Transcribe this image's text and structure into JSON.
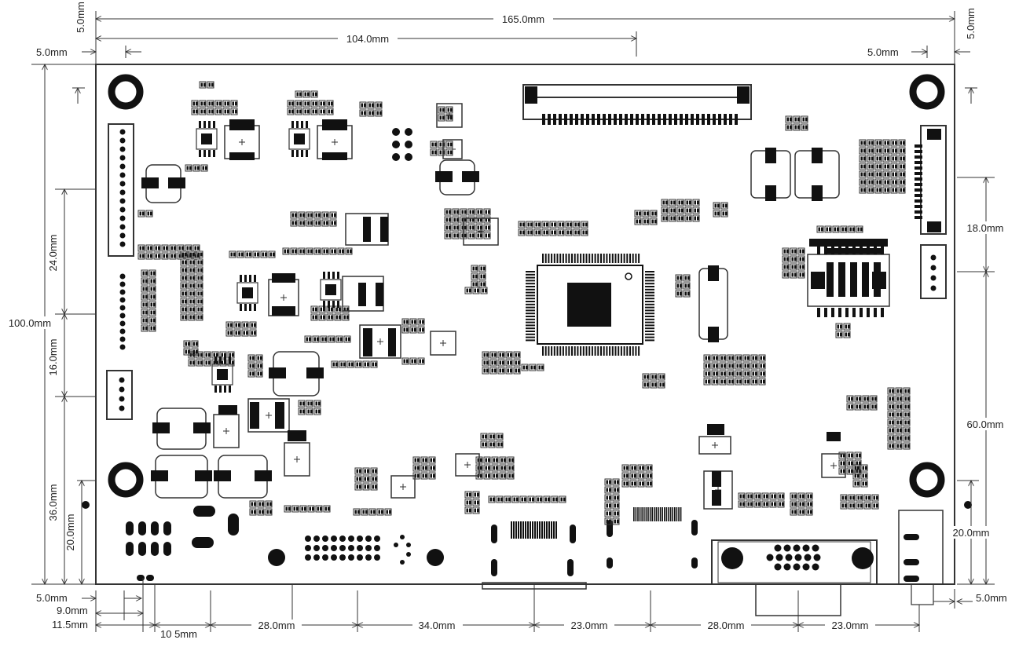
{
  "diagram": {
    "colors": {
      "ink": "#111111",
      "line": "#333333",
      "board": "#ffffff",
      "pad": "#1a1a1a"
    },
    "top_dimensions": {
      "overall_width": "165.0mm",
      "connector_offset": "104.0mm",
      "left_margin": "5.0mm",
      "right_margin": "5.0mm",
      "top_margin_left": "5.0mm",
      "top_margin_right": "5.0mm"
    },
    "left_dimensions": {
      "overall_height": "100.0mm",
      "d24": "24.0mm",
      "d16": "16.0mm",
      "d36": "36.0mm",
      "d20": "20.0mm",
      "bottom_margin": "5.0mm"
    },
    "right_dimensions": {
      "d18": "18.0mm",
      "d60": "60.0mm",
      "d20": "20.0mm",
      "bottom_margin": "5.0mm"
    },
    "bottom_dimensions": {
      "d9": "9.0mm",
      "d11_5": "11.5mm",
      "d10_5": "10 5mm",
      "d28a": "28.0mm",
      "d34": "34.0mm",
      "d23a": "23.0mm",
      "d28b": "28.0mm",
      "d23b": "23.0mm"
    }
  }
}
